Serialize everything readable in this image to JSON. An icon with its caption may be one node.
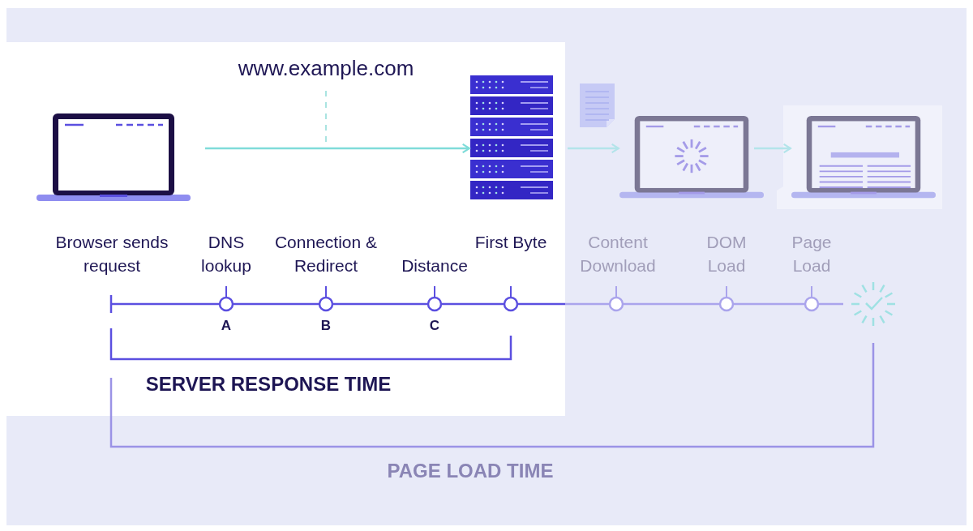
{
  "diagram": {
    "nodes": [
      {
        "text": [],
        "shape": "picture"
      },
      {
        "text": [],
        "shape": "picture"
      },
      {
        "text": [],
        "shape": "picture"
      },
      {
        "text": [],
        "shape": "picture"
      }
    ],
    "edges": [
      {
        "from": 0,
        "to": 1,
        "arrow": "to"
      },
      {
        "from": 1,
        "to": 2,
        "arrow": "to",
        "color": "#b3e4ea"
      },
      {
        "from": 2,
        "to": 3,
        "arrow": "to",
        "color": "#b3e4ea"
      }
    ],
    "labels": [
      "www.example.com",
      "Browser sends request",
      "DNS lookup",
      "Connection & Redirect",
      "Distance",
      "First Byte",
      "Content Download",
      "DOM Load",
      "Page Load",
      "A",
      "B",
      "C",
      "SERVER RESPONSE TIME",
      "PAGE LOAD TIME"
    ]
  }
}
